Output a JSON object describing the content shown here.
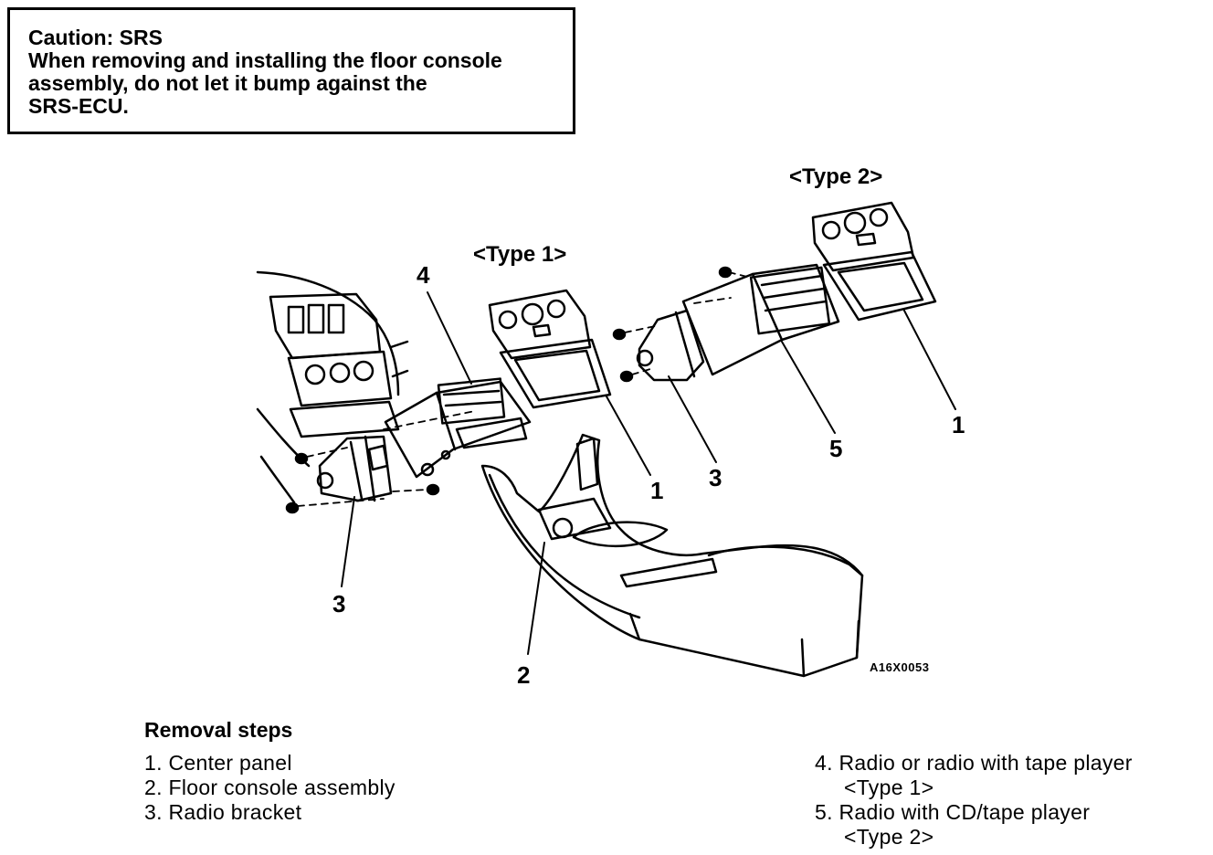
{
  "caution": {
    "title": "Caution: SRS",
    "lines": [
      "When removing and installing the floor console",
      "assembly, do not let it bump against the",
      "SRS-ECU."
    ]
  },
  "diagram": {
    "type_labels": {
      "type1": "<Type 1>",
      "type2": "<Type 2>"
    },
    "callouts": {
      "c4_left": "4",
      "c3_left": "3",
      "c2": "2",
      "c1_mid": "1",
      "c3_mid": "3",
      "c5": "5",
      "c1_right": "1"
    },
    "figure_id": "A16X0053"
  },
  "removal": {
    "title": "Removal steps",
    "steps": [
      "1. Center panel",
      "2. Floor console assembly",
      "3. Radio bracket",
      "4. Radio or radio with tape player",
      "<Type 1>",
      "5. Radio with CD/tape player",
      "<Type 2>"
    ]
  }
}
